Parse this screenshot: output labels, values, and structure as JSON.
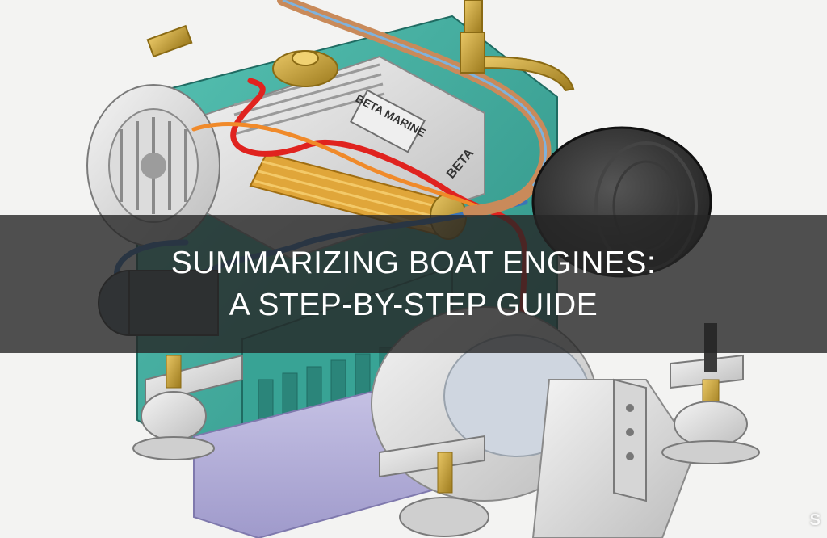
{
  "title": {
    "line1": "SUMMARIZING BOAT ENGINES:",
    "line2": "A STEP-BY-STEP GUIDE"
  },
  "illustration": {
    "subject": "marine diesel engine cutaway",
    "engine_labels": [
      "BETA MARINE",
      "BETA"
    ]
  },
  "watermark": "S",
  "colors": {
    "band": "#262626",
    "block": "#3aa89a",
    "oil_pan": "#b7b3d6",
    "copper_pipe": "#c98a5a",
    "hot_flow": "#e0231f",
    "cool_flow": "#3a74b8",
    "filter": "#2b2b2b",
    "brass": "#c9a227"
  }
}
